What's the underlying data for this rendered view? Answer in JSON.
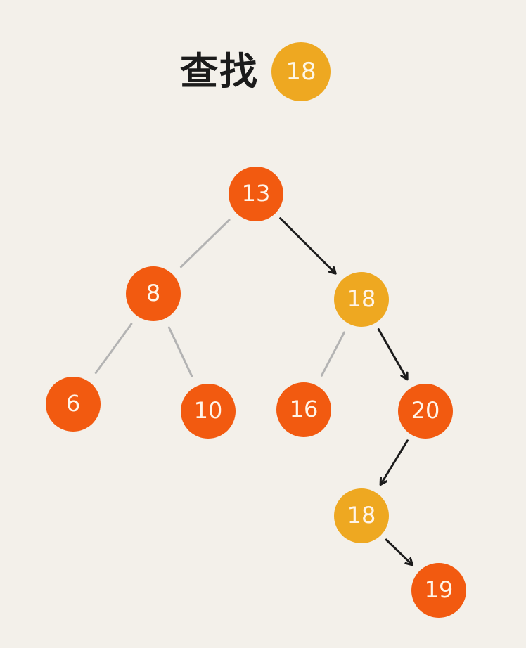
{
  "title": {
    "text": "查找",
    "target": "18"
  },
  "colors": {
    "background": "#f3f0ea",
    "node": "#f25a10",
    "highlight": "#eea821",
    "edge": "#b3b3b3",
    "path": "#1b1b1b"
  },
  "tree": {
    "nodes": [
      {
        "id": "n13",
        "label": "13",
        "highlight": false
      },
      {
        "id": "n8",
        "label": "8",
        "highlight": false
      },
      {
        "id": "n18",
        "label": "18",
        "highlight": true
      },
      {
        "id": "n6",
        "label": "6",
        "highlight": false
      },
      {
        "id": "n10",
        "label": "10",
        "highlight": false
      },
      {
        "id": "n16",
        "label": "16",
        "highlight": false
      },
      {
        "id": "n20",
        "label": "20",
        "highlight": false
      },
      {
        "id": "n18b",
        "label": "18",
        "highlight": true
      },
      {
        "id": "n19",
        "label": "19",
        "highlight": false
      }
    ],
    "edges": [
      {
        "from": "n13",
        "to": "n8",
        "path": false
      },
      {
        "from": "n13",
        "to": "n18",
        "path": true
      },
      {
        "from": "n8",
        "to": "n6",
        "path": false
      },
      {
        "from": "n8",
        "to": "n10",
        "path": false
      },
      {
        "from": "n18",
        "to": "n16",
        "path": false
      },
      {
        "from": "n18",
        "to": "n20",
        "path": true
      },
      {
        "from": "n20",
        "to": "n18b",
        "path": true
      },
      {
        "from": "n18b",
        "to": "n19",
        "path": true
      }
    ]
  }
}
